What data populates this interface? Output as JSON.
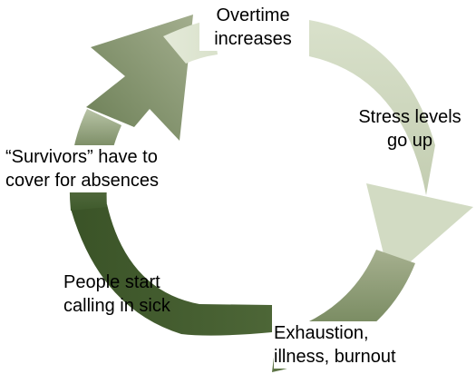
{
  "diagram": {
    "colors": {
      "light": "#dfe6d3",
      "mid": "#a9b596",
      "dark": "#3f5a2c",
      "darkest": "#3a5327",
      "text": "#000000"
    },
    "stages": [
      {
        "lines": [
          "Overtime",
          "increases"
        ]
      },
      {
        "lines": [
          "Stress levels",
          "go up"
        ]
      },
      {
        "lines": [
          "Exhaustion,",
          "illness, burnout"
        ]
      },
      {
        "lines": [
          "People start",
          "calling in sick"
        ]
      },
      {
        "lines": [
          "“Survivors” have to",
          "cover for absences"
        ]
      }
    ]
  }
}
